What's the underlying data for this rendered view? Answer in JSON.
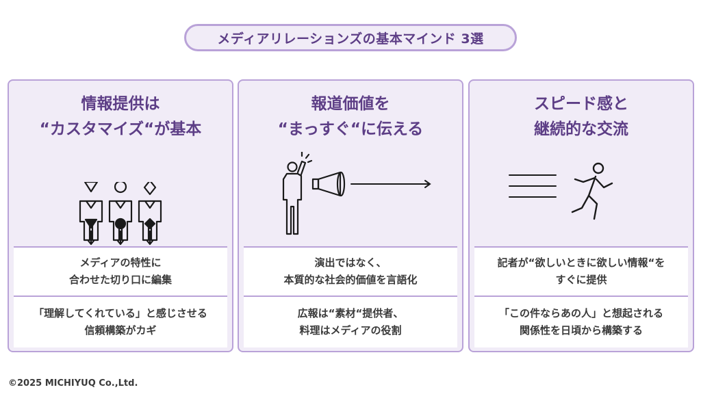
{
  "title": "メディアリレーションズの基本マインド 3選",
  "cards": [
    {
      "heading": [
        "情報提供は",
        "“カスタマイズ“が基本"
      ],
      "box_top": [
        "メディアの特性に",
        "合わせた切り口に編集"
      ],
      "box_bottom": [
        "「理解してくれている」と感じさせる",
        "信頼構築がカギ"
      ],
      "icons": [
        "inverted-triangle-icon",
        "circle-icon",
        "diamond-icon",
        "person-group-icon"
      ]
    },
    {
      "heading": [
        "報道価値を",
        "“まっすぐ“に伝える"
      ],
      "box_top": [
        "演出ではなく、",
        "本質的な社会的価値を言語化"
      ],
      "box_bottom": [
        "広報は“素材“提供者、",
        "料理はメディアの役割"
      ],
      "icons": [
        "person-megaphone-icon",
        "arrow-right-icon"
      ]
    },
    {
      "heading": [
        "スピード感と",
        "継続的な交流"
      ],
      "box_top": [
        "記者が“欲しいときに欲しい情報“を",
        "すぐに提供"
      ],
      "box_bottom": [
        "「この件ならあの人」と想起される",
        "関係性を日頃から構築する"
      ],
      "icons": [
        "speed-lines-icon",
        "running-person-icon"
      ]
    }
  ],
  "copyright": "©2025 MICHIYUQ Co.,Ltd.",
  "colors": {
    "accent": "#5d3e86",
    "border": "#b9a2d8",
    "panel": "#f1ecf7",
    "text": "#3a3a3a"
  }
}
